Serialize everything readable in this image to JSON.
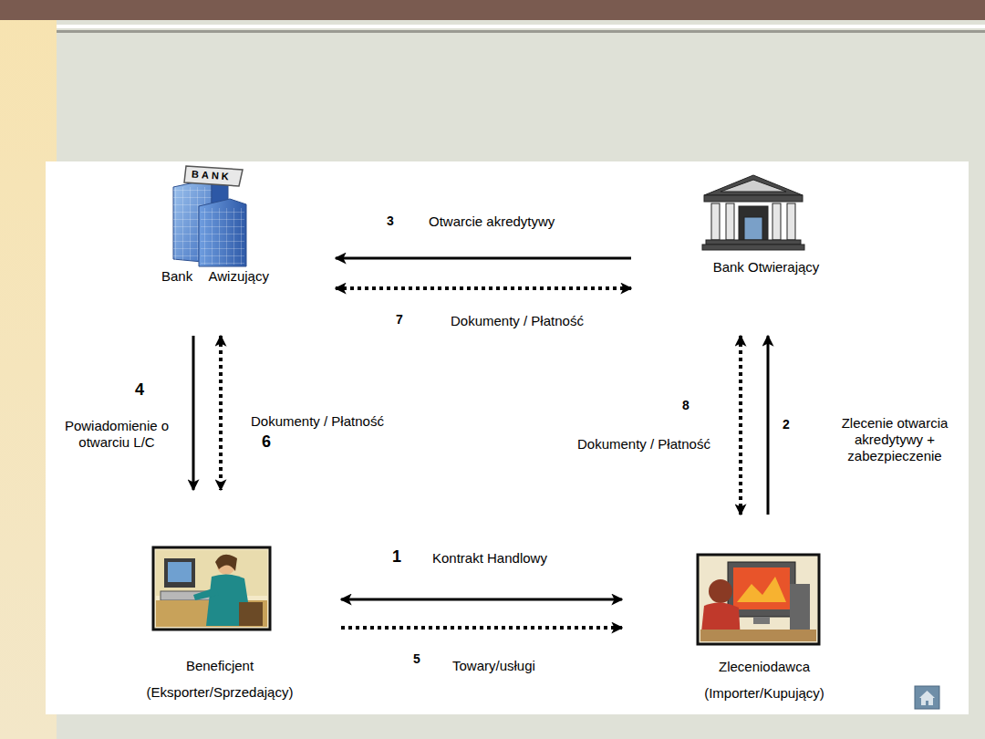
{
  "diagram": {
    "nodes": [
      {
        "text": [
          "Bank Awizujący"
        ]
      },
      {
        "text": [
          "Bank Otwierający"
        ]
      },
      {
        "text": [
          "Beneficjent",
          "(Eksporter/Sprzedający)"
        ]
      },
      {
        "text": [
          "Zleceniodawca",
          "(Importer/Kupujący)"
        ]
      }
    ],
    "edges": [
      {
        "from": 2,
        "to": 3,
        "label": "Kontrakt Handlowy",
        "arrow": "both"
      },
      {
        "from": 3,
        "to": 1,
        "label": "Zlecenie otwarcia akredytywy + zabezpieczenie",
        "arrow": "to"
      },
      {
        "from": 1,
        "to": 0,
        "label": "Otwarcie akredytywy",
        "arrow": "to"
      },
      {
        "from": 0,
        "to": 2,
        "label": "Powiadomienie o otwarciu L/C",
        "arrow": "to"
      },
      {
        "from": 2,
        "to": 3,
        "label": "Towary/usługi",
        "arrow": "to"
      },
      {
        "from": 0,
        "to": 2,
        "label": "Dokumenty / Płatność",
        "arrow": "both"
      },
      {
        "from": 0,
        "to": 1,
        "label": "Dokumenty / Płatność",
        "arrow": "both"
      },
      {
        "from": 1,
        "to": 3,
        "label": "Dokumenty / Płatność",
        "arrow": "both"
      }
    ],
    "labels": [
      "BANK",
      "3",
      "7",
      "4",
      "6",
      "8",
      "2",
      "1",
      "5"
    ]
  }
}
